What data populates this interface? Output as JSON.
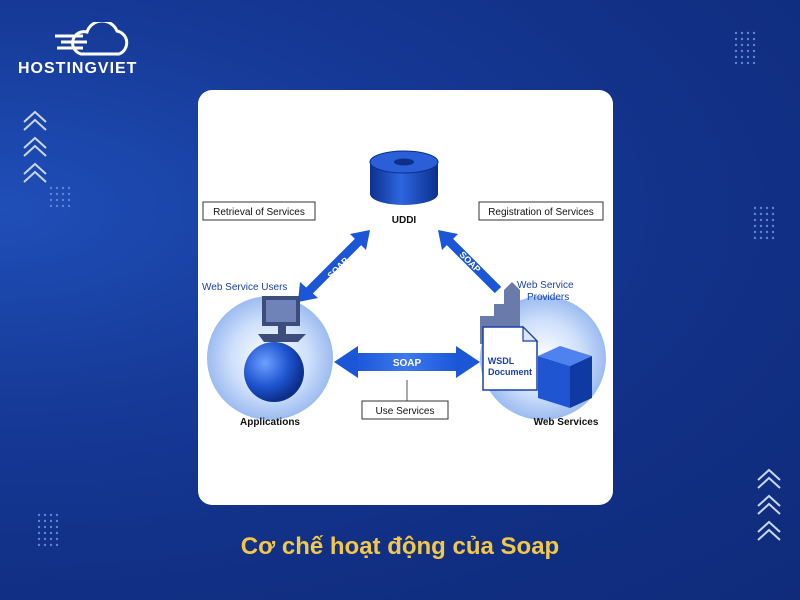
{
  "brand": {
    "name": "HOSTINGVIET"
  },
  "diagram": {
    "uddi_label": "UDDI",
    "retrieval_label": "Retrieval of Services",
    "registration_label": "Registration of Services",
    "soap_left": "SOAP",
    "soap_right": "SOAP",
    "soap_middle": "SOAP",
    "users_label": "Web Service Users",
    "providers_line1": "Web Service",
    "providers_line2": "Providers",
    "wsdl_line1": "WSDL",
    "wsdl_line2": "Document",
    "use_services_label": "Use Services",
    "applications_label": "Applications",
    "web_services_label": "Web Services"
  },
  "caption": "Cơ chế hoạt động của Soap",
  "colors": {
    "accent": "#f2c84b",
    "background": "#123390",
    "diagram_blue": "#1a56d6"
  }
}
